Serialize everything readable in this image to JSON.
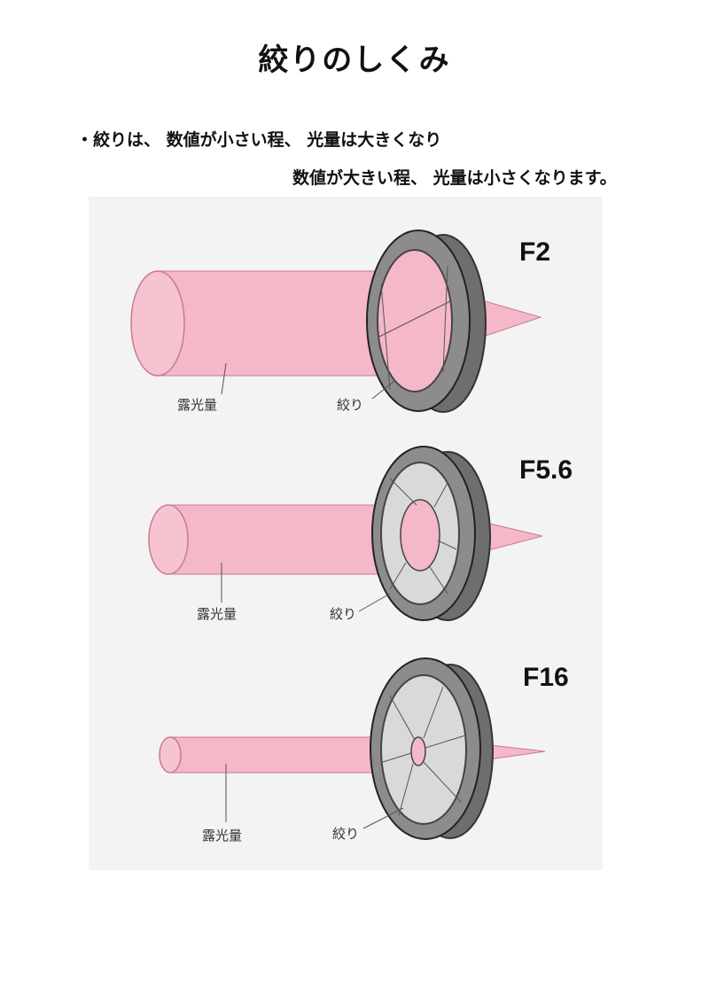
{
  "title": "絞りのしくみ",
  "text": {
    "bullet": "・",
    "line1": "絞りは、 数値が小さい程、 光量は大きくなり",
    "line2": "数値が大きい程、 光量は小さくなります。"
  },
  "panels": [
    {
      "fnumber": "F2",
      "light_label": "露光量",
      "aperture_label": "絞り"
    },
    {
      "fnumber": "F5.6",
      "light_label": "露光量",
      "aperture_label": "絞り"
    },
    {
      "fnumber": "F16",
      "light_label": "露光量",
      "aperture_label": "絞り"
    }
  ],
  "colors": {
    "beam": "#f4b8c8",
    "beam_edge": "#c97a90",
    "ring": "#8c8c8c",
    "ring_dark": "#5a5a5a",
    "blade": "#d9d9d9"
  }
}
